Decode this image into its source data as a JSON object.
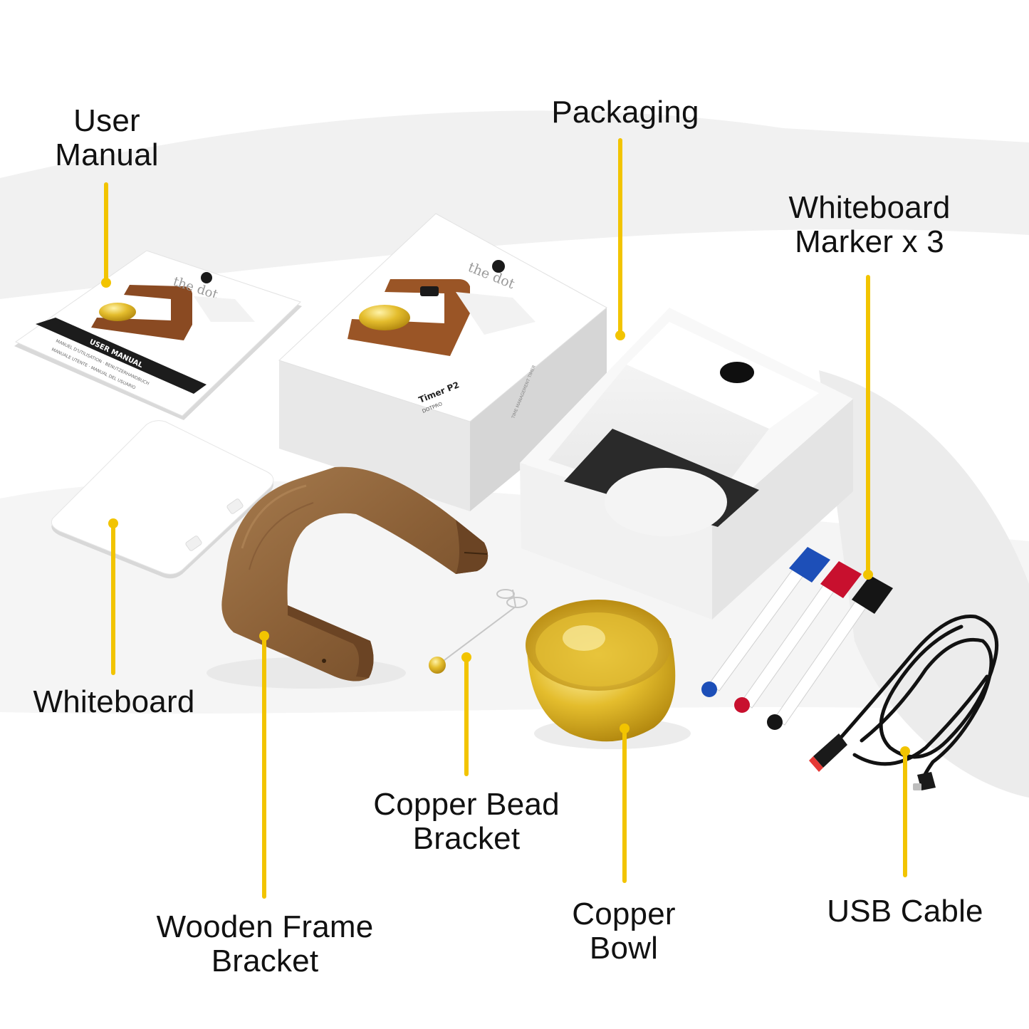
{
  "colors": {
    "accent": "#f2c400",
    "text": "#111111",
    "background": "#ffffff"
  },
  "labels": {
    "user_manual": [
      "User",
      "Manual"
    ],
    "packaging": [
      "Packaging"
    ],
    "whiteboard_marker": [
      "Whiteboard",
      "Marker x 3"
    ],
    "whiteboard": [
      "Whiteboard"
    ],
    "copper_bead_bracket": [
      "Copper Bead",
      "Bracket"
    ],
    "wooden_frame_bracket": [
      "Wooden Frame",
      "Bracket"
    ],
    "copper_bowl": [
      "Copper",
      "Bowl"
    ],
    "usb_cable": [
      "USB Cable"
    ]
  },
  "product_print": {
    "brand": "the dot",
    "manual_title": "USER MANUAL",
    "manual_languages_1": "MANUEL D'UTILISATION · BENUTZERHANDBUCH",
    "manual_languages_2": "MANUALE UTENTE · MANUAL DEL USUARIO",
    "model": "Timer P2",
    "model_sub": "DOTPRO",
    "box_side": "TIME MANAGEMENT TIMER"
  },
  "marker_colors": [
    "#1d4fb8",
    "#c8102e",
    "#111111"
  ]
}
